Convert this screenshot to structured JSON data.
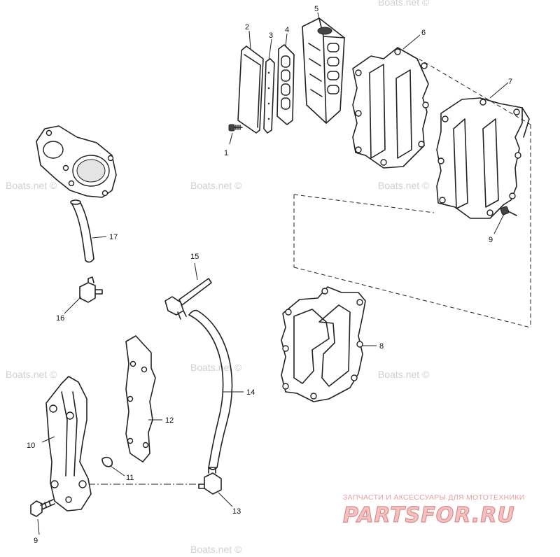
{
  "watermarks": [
    "Boats.net ©",
    "Boats.net ©",
    "Boats.net ©",
    "Boats.net ©",
    "Boats.net ©",
    "Boats.net ©",
    "Boats.net ©",
    "Boats.net ©"
  ],
  "brand": {
    "subtitle": "ЗАПЧАСТИ И АКСЕССУАРЫ ДЛЯ МОТОТЕХНИКИ",
    "logo": "PARTSFOR.RU",
    "color": "#e08a8a"
  },
  "callouts": [
    "1",
    "2",
    "3",
    "4",
    "5",
    "6",
    "7",
    "8",
    "9",
    "9",
    "10",
    "11",
    "12",
    "13",
    "14",
    "15",
    "16",
    "17"
  ]
}
